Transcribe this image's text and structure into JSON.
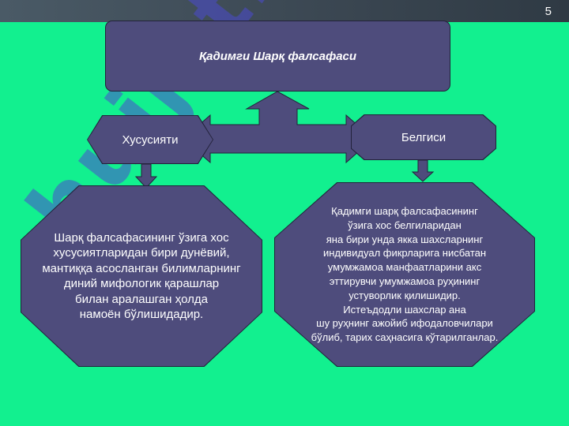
{
  "slide_number": "5",
  "watermark": "hujjat24",
  "title": "Қадимги Шарқ фалсафаси",
  "left_label": "Хусусияти",
  "right_label": "Белгиси",
  "left_text_lines": [
    "Шарқ фалсафасининг ўзига хос",
    "хусусиятларидан бири дунёвий,",
    "мантиққа асосланган билимларнинг",
    "диний мифологик қарашлар",
    "билан аралашган ҳолда",
    "намоён бўлишидадир."
  ],
  "right_text_lines": [
    "Қадимги шарқ фалсафасининг",
    "ўзига хос белгиларидан",
    "яна бири унда якка шахсларнинг",
    "индивидуал фикрларига нисбатан",
    "умумжамоа манфаатларини акс",
    "эттирувчи умумжамоа руҳининг",
    "устуворлик қилишидир.",
    "Истеъдодли шахслар ана",
    "шу руҳнинг ажойиб ифодаловчилари",
    "бўлиб, тарих саҳнасига кўтарилганлар."
  ]
}
